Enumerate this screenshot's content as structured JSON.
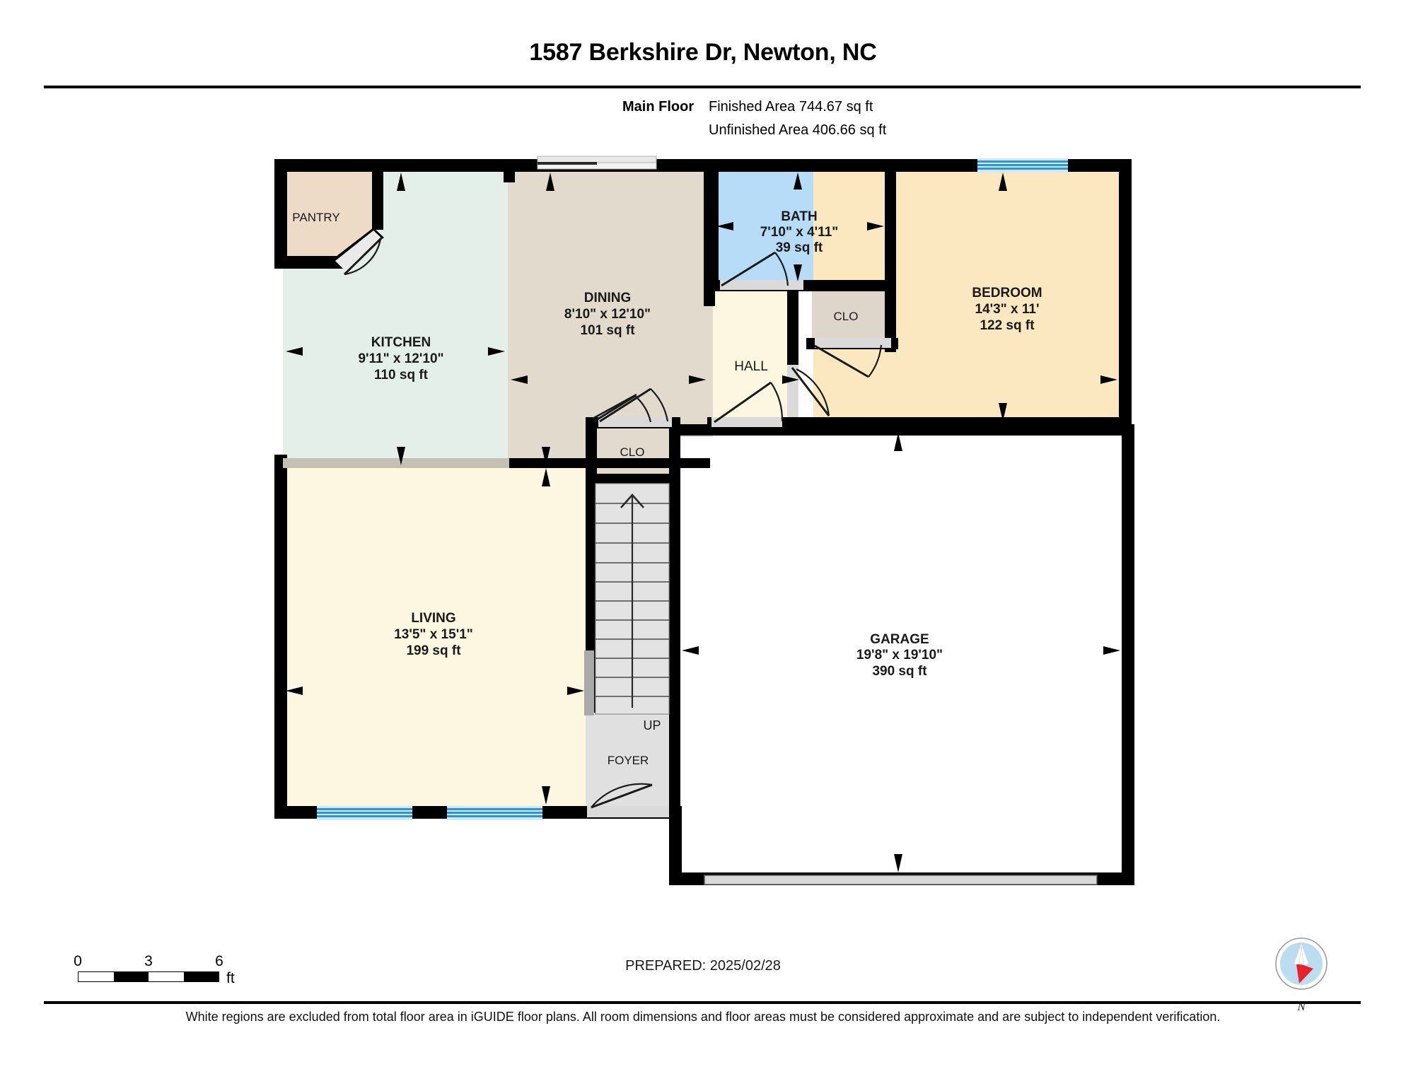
{
  "header": {
    "title": "1587 Berkshire Dr, Newton, NC",
    "floor_label": "Main Floor",
    "finished_area": "Finished Area 744.67 sq ft",
    "unfinished_area": "Unfinished Area 406.66 sq ft"
  },
  "scale": {
    "tick_0": "0",
    "tick_3": "3",
    "tick_6": "6",
    "unit": "ft"
  },
  "prepared": "PREPARED: 2025/02/28",
  "compass": {
    "label": "N"
  },
  "disclaimer": "White regions are excluded from total floor area in iGUIDE floor plans. All room dimensions and floor areas must be considered approximate and are subject to independent verification.",
  "colors": {
    "wall": "#000000",
    "kitchen_fill": "#e4efe9",
    "dining_fill": "#e3dace",
    "bath_fill": "#b6dcf7",
    "bedroom_fill": "#fbe7c0",
    "living_fill": "#fdf6e0",
    "hall_fill": "#fdf6e0",
    "pantry_fill": "#eedbc7",
    "closet_fill": "#ded6ca",
    "stairs_fill": "#e0e0e0",
    "foyer_fill": "#e0e0e0",
    "garage_fill": "#ffffff",
    "window_blue": "#3aa3db",
    "window_gray": "#d9d9d9",
    "compass_disc": "#bcdcf0",
    "compass_needle": "#e8202a"
  },
  "rooms": [
    {
      "key": "pantry",
      "name": "PANTRY",
      "dims": "",
      "area": ""
    },
    {
      "key": "kitchen",
      "name": "KITCHEN",
      "dims": "9'11\" x 12'10\"",
      "area": "110 sq ft"
    },
    {
      "key": "dining",
      "name": "DINING",
      "dims": "8'10\" x 12'10\"",
      "area": "101 sq ft"
    },
    {
      "key": "bath",
      "name": "BATH",
      "dims": "7'10\" x 4'11\"",
      "area": "39 sq ft"
    },
    {
      "key": "clo_bath",
      "name": "CLO",
      "dims": "",
      "area": ""
    },
    {
      "key": "bedroom",
      "name": "BEDROOM",
      "dims": "14'3\" x 11'",
      "area": "122 sq ft"
    },
    {
      "key": "hall",
      "name": "HALL",
      "dims": "",
      "area": ""
    },
    {
      "key": "clo_stair",
      "name": "CLO",
      "dims": "",
      "area": ""
    },
    {
      "key": "living",
      "name": "LIVING",
      "dims": "13'5\" x 15'1\"",
      "area": "199 sq ft"
    },
    {
      "key": "stairs",
      "name": "UP",
      "dims": "",
      "area": ""
    },
    {
      "key": "foyer",
      "name": "FOYER",
      "dims": "",
      "area": ""
    },
    {
      "key": "garage",
      "name": "GARAGE",
      "dims": "19'8\" x 19'10\"",
      "area": "390 sq ft"
    }
  ],
  "plan_labels": {
    "pantry": "PANTRY",
    "kitchen_name": "KITCHEN",
    "kitchen_dims": "9'11\" x 12'10\"",
    "kitchen_area": "110 sq ft",
    "dining_name": "DINING",
    "dining_dims": "8'10\" x 12'10\"",
    "dining_area": "101 sq ft",
    "bath_name": "BATH",
    "bath_dims": "7'10\" x 4'11\"",
    "bath_area": "39 sq ft",
    "clo_bath": "CLO",
    "bedroom_name": "BEDROOM",
    "bedroom_dims": "14'3\" x 11'",
    "bedroom_area": "122 sq ft",
    "hall": "HALL",
    "clo_stair": "CLO",
    "living_name": "LIVING",
    "living_dims": "13'5\" x 15'1\"",
    "living_area": "199 sq ft",
    "stairs_up": "UP",
    "foyer": "FOYER",
    "garage_name": "GARAGE",
    "garage_dims": "19'8\" x 19'10\"",
    "garage_area": "390 sq ft"
  }
}
